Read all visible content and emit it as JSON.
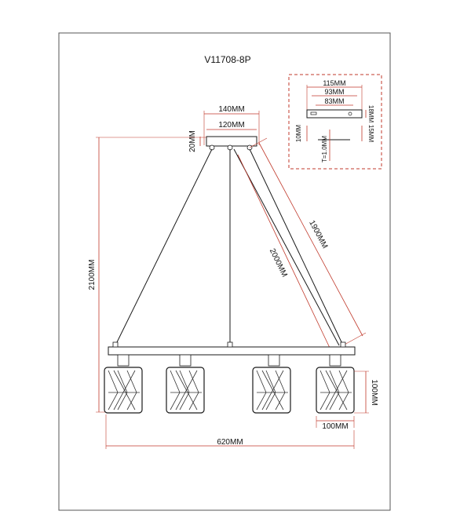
{
  "model_code": "V11708-8P",
  "dimensions": {
    "canopy_width": "140MM",
    "canopy_base_width": "120MM",
    "canopy_height": "20MM",
    "overall_height": "2100MM",
    "cable_length_inner": "2000MM",
    "cable_length_outer": "1900MM",
    "overall_width": "620MM",
    "shade_height": "100MM",
    "shade_width": "100MM"
  },
  "detail": {
    "plate_outer": "115MM",
    "plate_mid": "93MM",
    "plate_inner": "83MM",
    "plate_height": "18MM",
    "left_drop": "10MM",
    "right_drop": "15MM",
    "thickness": "T=1.0MM"
  },
  "colors": {
    "line": "#1a1a1a",
    "dimension": "#c0392b",
    "frame": "#555555"
  }
}
